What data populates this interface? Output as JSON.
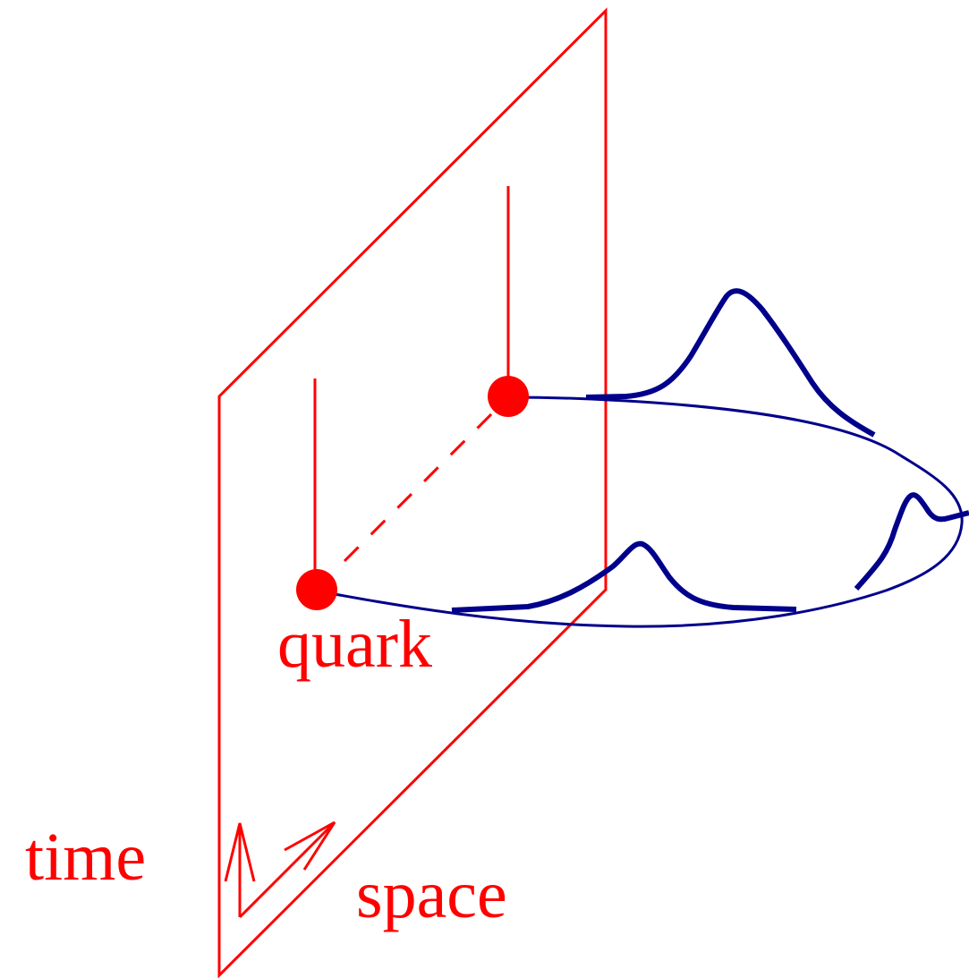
{
  "labels": {
    "quark": "quark",
    "time": "time",
    "space": "space"
  },
  "colors": {
    "wall": "#ff0000",
    "string": "#00008b",
    "background": "#ffffff"
  }
}
